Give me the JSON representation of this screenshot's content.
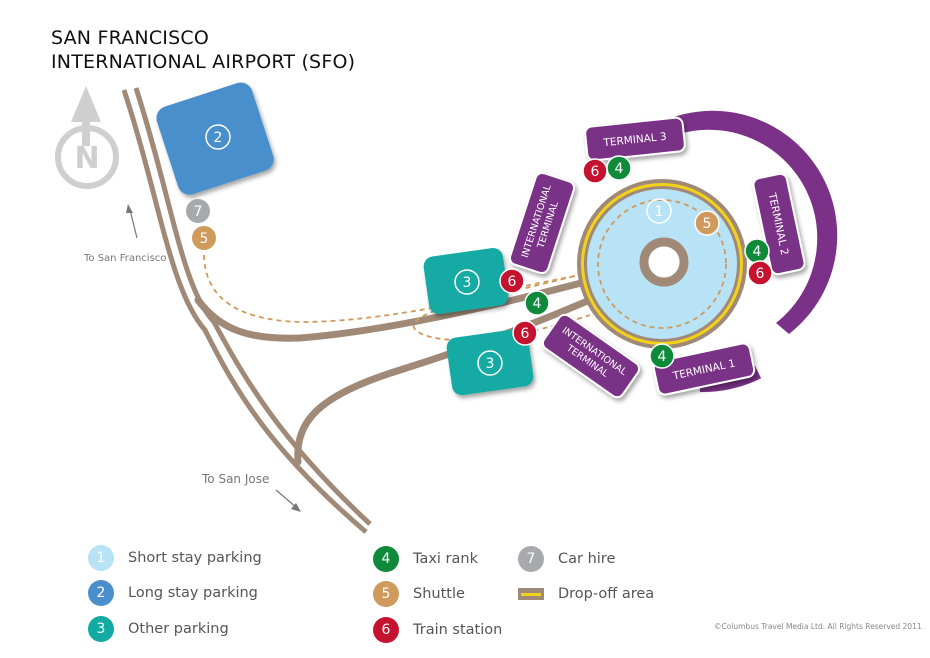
{
  "title": {
    "line1": "SAN FRANCISCO",
    "line2": "INTERNATIONAL AIRPORT (SFO)"
  },
  "compass": {
    "letter": "N"
  },
  "colors": {
    "short_stay": "#b8e2f5",
    "long_stay": "#4a8fcb",
    "other_parking": "#14aaa4",
    "taxi": "#0e8a3a",
    "shuttle": "#cf9a5c",
    "train": "#c4122f",
    "car_hire": "#a7a9ac",
    "terminal": "#7a3187",
    "road": "#a08a77",
    "dropoff": "#f3d21a"
  },
  "directions": {
    "to_sf": "To San Francisco",
    "to_sj": "To San Jose"
  },
  "terminals": {
    "t1": "TERMINAL 1",
    "t2": "TERMINAL 2",
    "t3": "TERMINAL 3",
    "intl_north_1": "INTERNATIONAL",
    "intl_north_2": "TERMINAL",
    "intl_south_1": "INTERNATIONAL",
    "intl_south_2": "TERMINAL"
  },
  "markers": {
    "short_stay": "1",
    "long_stay": "2",
    "other_parking": "3",
    "taxi": "4",
    "shuttle": "5",
    "train": "6",
    "car_hire": "7"
  },
  "legend": {
    "short_stay": {
      "num": "1",
      "label": "Short stay parking"
    },
    "long_stay": {
      "num": "2",
      "label": "Long stay parking"
    },
    "other_parking": {
      "num": "3",
      "label": "Other parking"
    },
    "taxi": {
      "num": "4",
      "label": "Taxi rank"
    },
    "shuttle": {
      "num": "5",
      "label": "Shuttle"
    },
    "train": {
      "num": "6",
      "label": "Train station"
    },
    "car_hire": {
      "num": "7",
      "label": "Car hire"
    },
    "dropoff": {
      "label": "Drop-off area"
    }
  },
  "copyright": "©Columbus Travel Media Ltd. All Rights Reserved 2011"
}
